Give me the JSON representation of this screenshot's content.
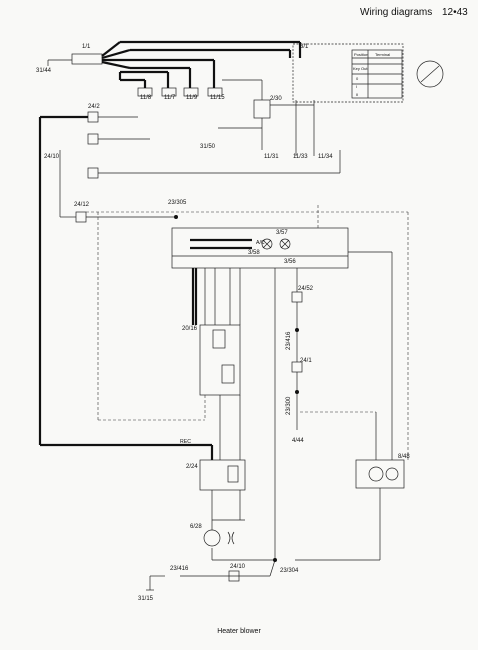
{
  "header": {
    "title": "Wiring diagrams",
    "page": "12•43"
  },
  "caption": "Heater blower",
  "components": {
    "c1_1": "1/1",
    "c3_1": "3/1",
    "c31_44": "31/44",
    "c11_8": "11/8",
    "c11_7": "11/7",
    "c11_9": "11/9",
    "c11_15": "11/15",
    "c24_2": "24/2",
    "c2_30": "2/30",
    "c31_50": "31/50",
    "c11_31": "11/31",
    "c11_33": "11/33",
    "c11_34": "11/34",
    "c24_10a": "24/10",
    "c24_12": "24/12",
    "c23_305": "23/305",
    "c3_57": "3/57",
    "c3_58": "3/58",
    "c3_56": "3/56",
    "c24_52": "24/52",
    "c20_16": "20/16",
    "c23_416a": "23/416",
    "c24_1": "24/1",
    "c23_300": "23/300",
    "c4_44": "4/44",
    "c2_24": "2/24",
    "c8_48": "8/48",
    "c6_28": "6/28",
    "c23_416b": "23/416",
    "c24_10b": "24/10",
    "c23_304": "23/304",
    "c31_15": "31/15",
    "rec": "REC",
    "ac": "A/C"
  },
  "switch_table": {
    "pos_header": "Position",
    "term_header": "Terminal",
    "row_key_out": "Key Out",
    "rows": [
      "0",
      "I",
      "II",
      "III"
    ]
  }
}
